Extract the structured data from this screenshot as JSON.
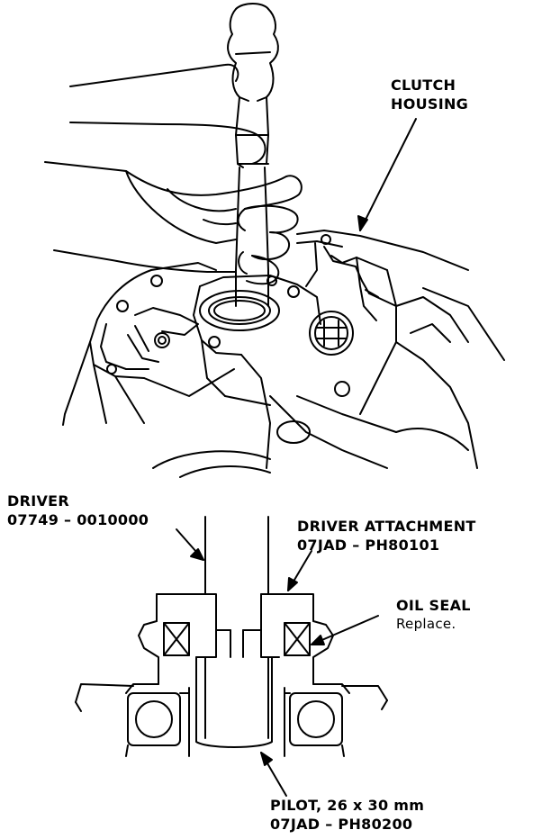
{
  "labels": {
    "clutch_housing": {
      "line1": "CLUTCH",
      "line2": "HOUSING"
    },
    "driver": {
      "line1": "DRIVER",
      "line2": "07749 – 0010000"
    },
    "driver_attachment": {
      "line1": "DRIVER ATTACHMENT",
      "line2": "07JAD – PH80101"
    },
    "oil_seal": {
      "line1": "OIL SEAL",
      "line2": "Replace."
    },
    "pilot": {
      "line1": "PILOT, 26 x 30 mm",
      "line2": "07JAD – PH80200"
    }
  }
}
